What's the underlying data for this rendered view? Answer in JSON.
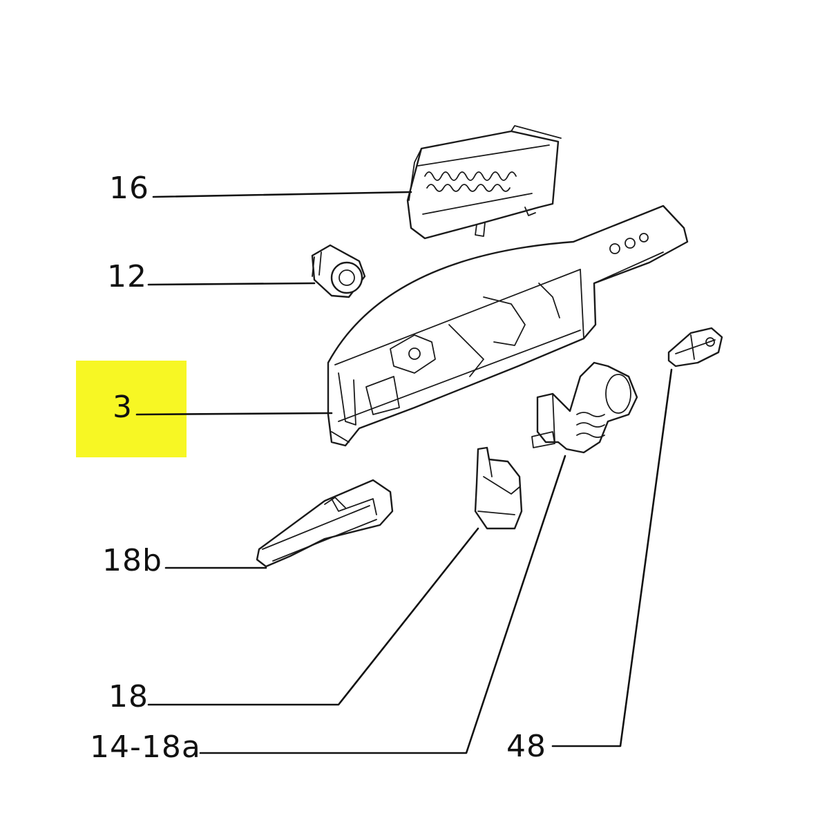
{
  "highlight_color": "#f7f724",
  "labels": {
    "p16": "16",
    "p12": "12",
    "p3": "3",
    "p18b": "18b",
    "p18": "18",
    "p14_18a": "14-18a",
    "p48": "48"
  }
}
